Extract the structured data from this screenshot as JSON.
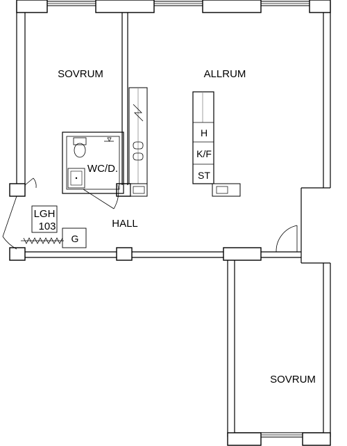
{
  "rooms": {
    "bedroom_1": "SOVRUM",
    "living_room": "ALLRUM",
    "wc": "WC/D.",
    "hall": "HALL",
    "bedroom_2": "SOVRUM"
  },
  "apartment": {
    "label": "LGH",
    "number": "103"
  },
  "fixtures": {
    "hob": "H",
    "fridge_freezer": "K/F",
    "storage": "ST",
    "g": "G"
  }
}
